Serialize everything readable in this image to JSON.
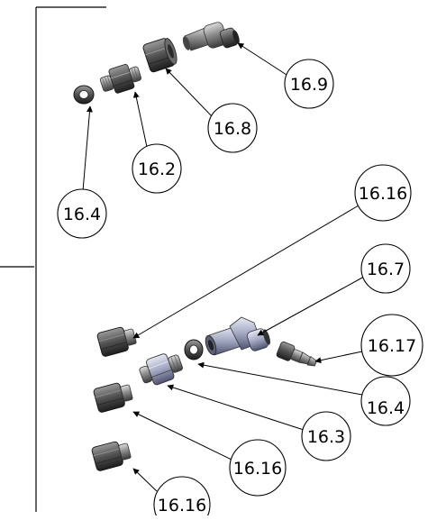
{
  "diagram": {
    "callouts": [
      {
        "id": "c-16-9",
        "label": "16.9"
      },
      {
        "id": "c-16-8",
        "label": "16.8"
      },
      {
        "id": "c-16-2",
        "label": "16.2"
      },
      {
        "id": "c-16-4-top",
        "label": "16.4"
      },
      {
        "id": "c-16-16-a",
        "label": "16.16"
      },
      {
        "id": "c-16-7",
        "label": "16.7"
      },
      {
        "id": "c-16-17",
        "label": "16.17"
      },
      {
        "id": "c-16-4-bottom",
        "label": "16.4"
      },
      {
        "id": "c-16-3",
        "label": "16.3"
      },
      {
        "id": "c-16-16-b",
        "label": "16.16"
      },
      {
        "id": "c-16-16-c",
        "label": "16.16"
      }
    ]
  }
}
